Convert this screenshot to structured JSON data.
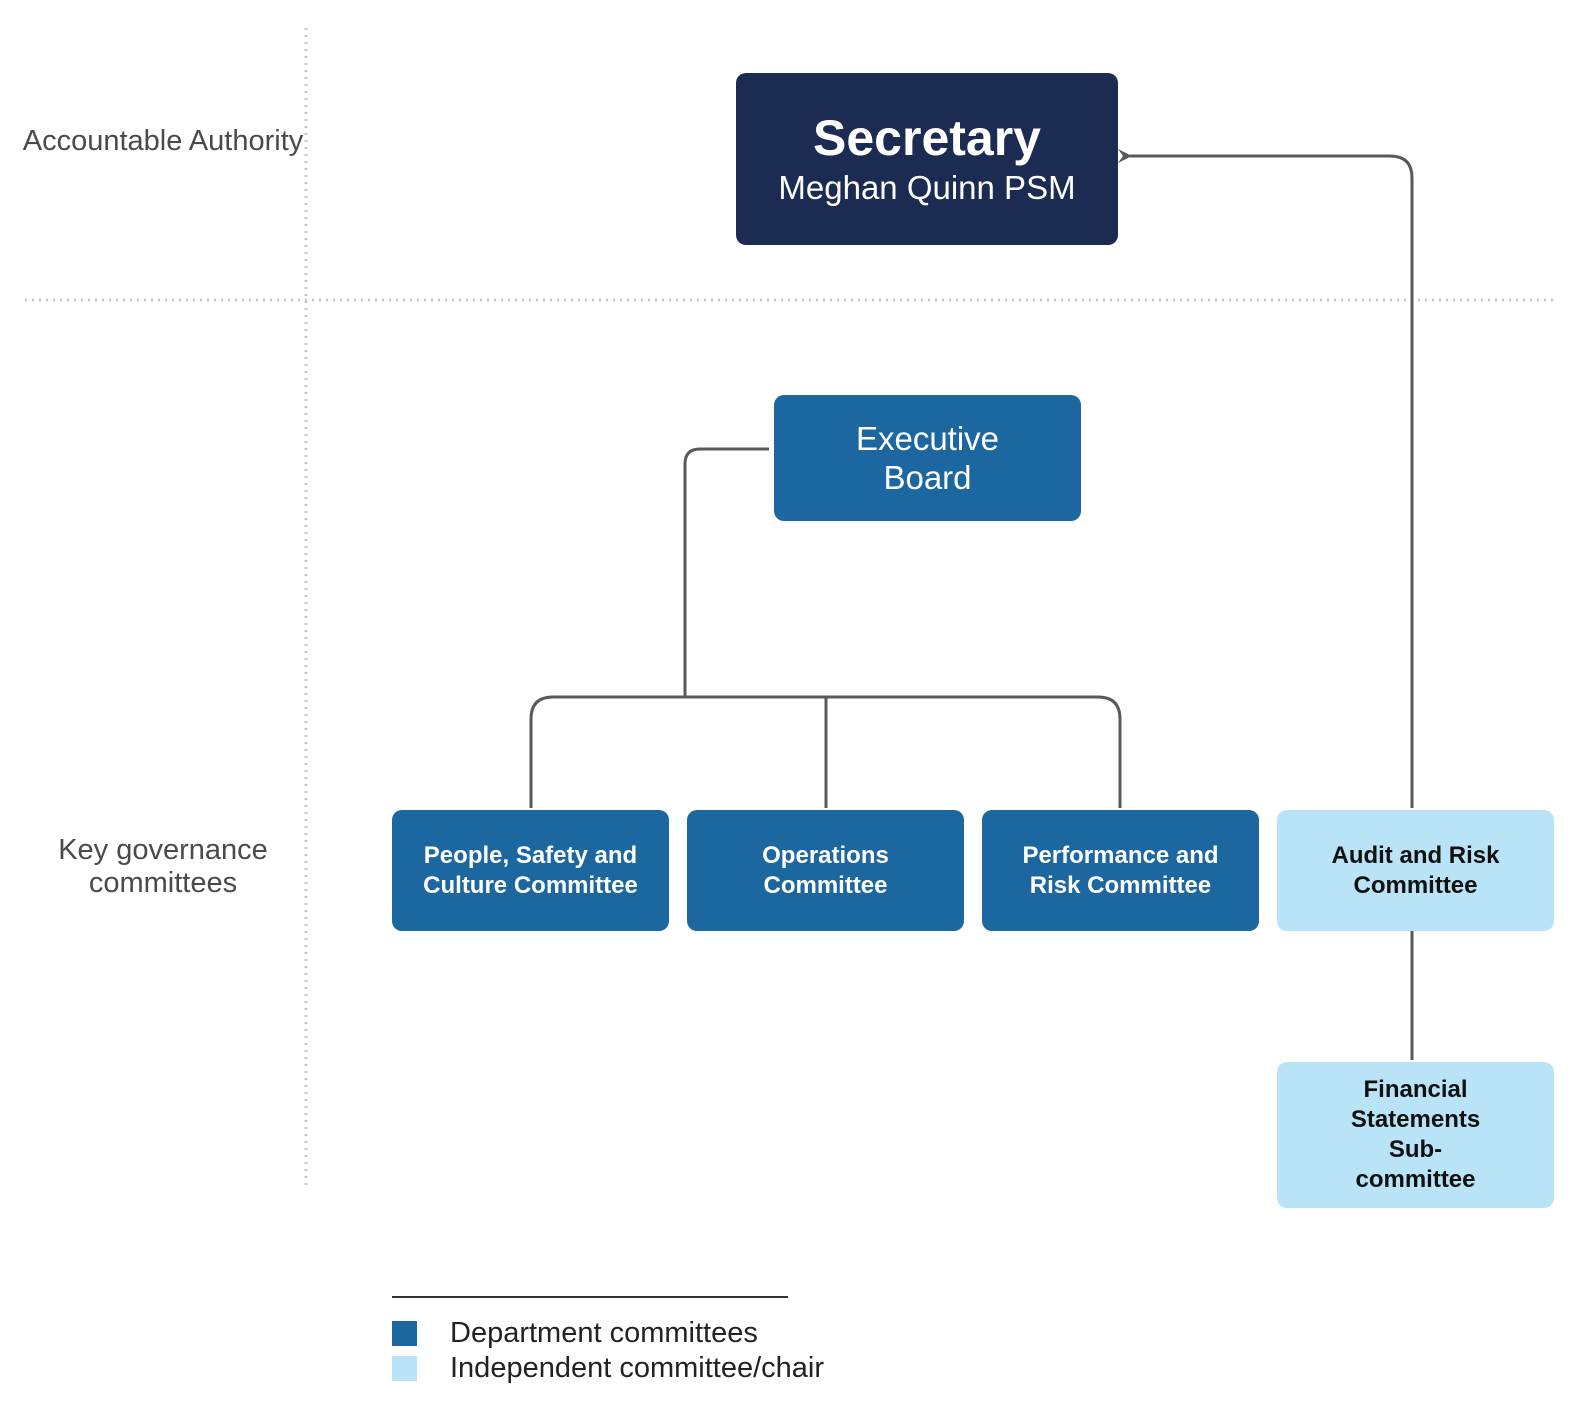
{
  "rows": {
    "accountable_authority": "Accountable Authority",
    "key_governance": "Key governance committees"
  },
  "secretary": {
    "title": "Secretary",
    "name": "Meghan Quinn PSM"
  },
  "executive_board": "Executive Board",
  "committees": {
    "people_safety_culture": "People, Safety and Culture Committee",
    "operations": "Operations Committee",
    "performance_risk": "Performance and Risk Committee",
    "audit_risk": "Audit and Risk Committee",
    "financial_statements": "Financial Statements Sub-committee"
  },
  "legend": {
    "department": "Department committees",
    "independent": "Independent committee/chair"
  },
  "colors": {
    "secretary": "#1b2b52",
    "department": "#1d67a0",
    "independent": "#b9e3f6",
    "connector": "#595959",
    "divider": "#c8c8c8"
  }
}
